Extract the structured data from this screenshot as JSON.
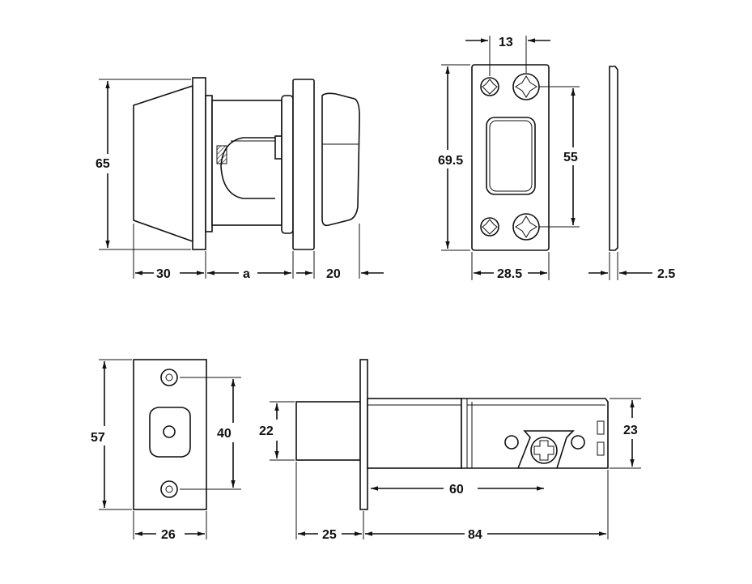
{
  "figure_a": {
    "dim_height": "65",
    "dim_left": "30",
    "dim_mid": "a",
    "dim_right": "20"
  },
  "figure_b": {
    "dim_top": "13",
    "dim_height": "69.5",
    "dim_hole_spacing": "55",
    "dim_width": "28.5",
    "dim_thickness": "2.5"
  },
  "figure_c": {
    "dim_height": "57",
    "dim_hole_spacing": "40",
    "dim_width": "26"
  },
  "figure_d": {
    "dim_left_height": "22",
    "dim_right_height": "23",
    "dim_inner": "60",
    "dim_front": "25",
    "dim_total": "84"
  }
}
